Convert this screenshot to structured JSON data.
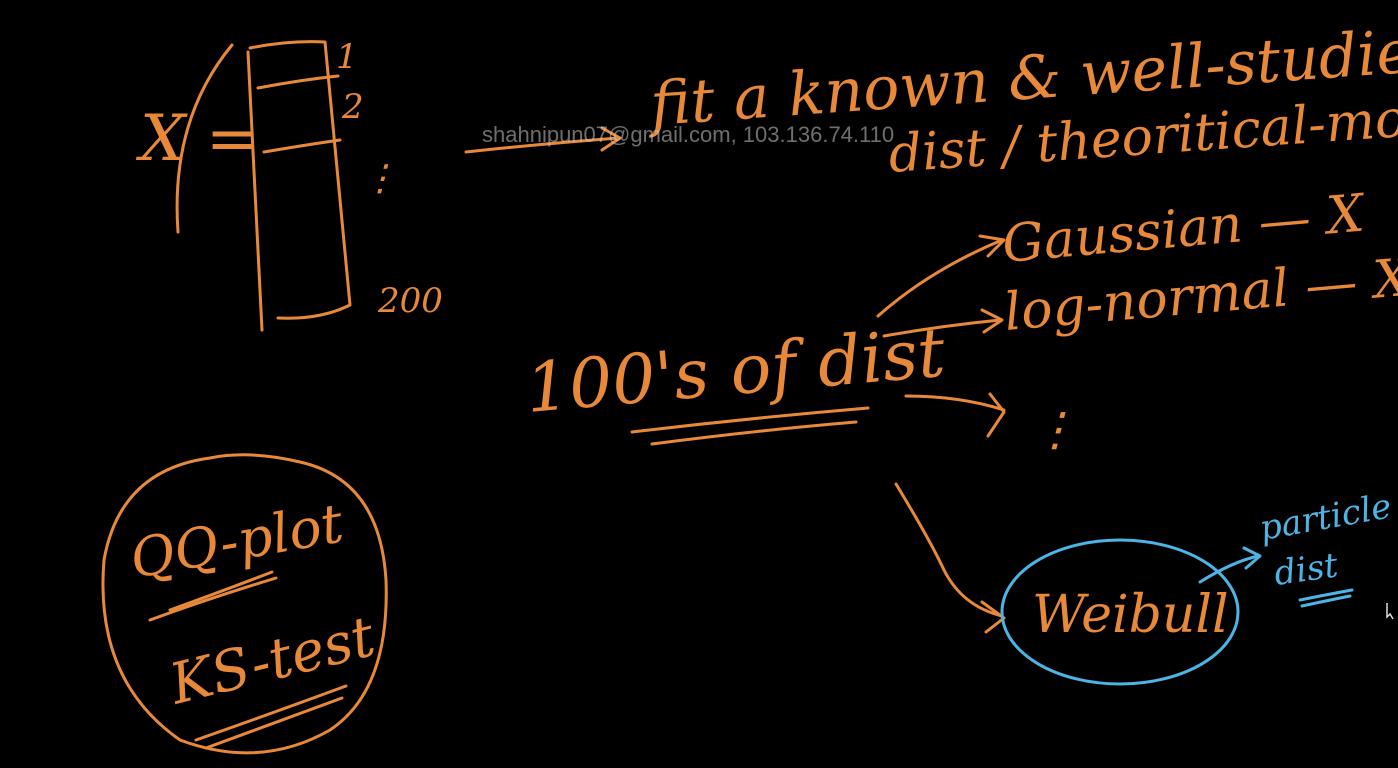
{
  "colors": {
    "background": "#000000",
    "orange_ink": "#E8893A",
    "blue_ink": "#4DB4E6",
    "watermark": "#BEBEBE"
  },
  "watermark": "shahnipun07@gmail.com, 103.136.74.110",
  "notes": {
    "x_label": "X =",
    "row_1": "1",
    "row_2": "2",
    "row_dots": "⋮",
    "row_last": "200",
    "fit_line1": "fit a known & well-studied",
    "fit_line2": "dist / theoritical-model",
    "dist_count": "100's of dist",
    "gaussian": "Gaussian — X",
    "lognormal": "log-normal — X",
    "more_dots": "⋮",
    "weibull": "Weibull",
    "particle_1": "particle",
    "particle_2": "dist",
    "qq_plot": "QQ-plot",
    "ks_test": "KS-test"
  }
}
